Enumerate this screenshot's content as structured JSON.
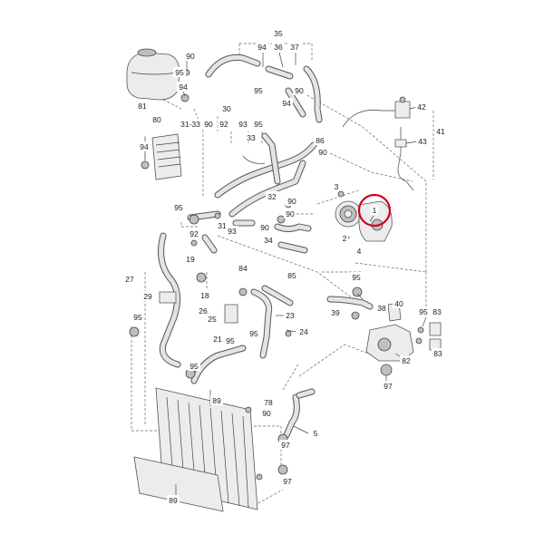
{
  "highlight": {
    "part": "1",
    "color": "#d0021b"
  },
  "callouts": [
    {
      "label": "35"
    },
    {
      "label": "94"
    },
    {
      "label": "36"
    },
    {
      "label": "37"
    },
    {
      "label": "90"
    },
    {
      "label": "95"
    },
    {
      "label": "94"
    },
    {
      "label": "95"
    },
    {
      "label": "90"
    },
    {
      "label": "94"
    },
    {
      "label": "81"
    },
    {
      "label": "30"
    },
    {
      "label": "31-33"
    },
    {
      "label": "90"
    },
    {
      "label": "92"
    },
    {
      "label": "93"
    },
    {
      "label": "95"
    },
    {
      "label": "80"
    },
    {
      "label": "33"
    },
    {
      "label": "86"
    },
    {
      "label": "90"
    },
    {
      "label": "94"
    },
    {
      "label": "42"
    },
    {
      "label": "43"
    },
    {
      "label": "41"
    },
    {
      "label": "95"
    },
    {
      "label": "32"
    },
    {
      "label": "90"
    },
    {
      "label": "90"
    },
    {
      "label": "92"
    },
    {
      "label": "31"
    },
    {
      "label": "93"
    },
    {
      "label": "90"
    },
    {
      "label": "34"
    },
    {
      "label": "3"
    },
    {
      "label": "2"
    },
    {
      "label": "4"
    },
    {
      "label": "1"
    },
    {
      "label": "19"
    },
    {
      "label": "18"
    },
    {
      "label": "84"
    },
    {
      "label": "85"
    },
    {
      "label": "27"
    },
    {
      "label": "29"
    },
    {
      "label": "95"
    },
    {
      "label": "95"
    },
    {
      "label": "40"
    },
    {
      "label": "83"
    },
    {
      "label": "38"
    },
    {
      "label": "39"
    },
    {
      "label": "26"
    },
    {
      "label": "25"
    },
    {
      "label": "23"
    },
    {
      "label": "24"
    },
    {
      "label": "95"
    },
    {
      "label": "83"
    },
    {
      "label": "95"
    },
    {
      "label": "95"
    },
    {
      "label": "21"
    },
    {
      "label": "95"
    },
    {
      "label": "82"
    },
    {
      "label": "97"
    },
    {
      "label": "89"
    },
    {
      "label": "78"
    },
    {
      "label": "90"
    },
    {
      "label": "5"
    },
    {
      "label": "97"
    },
    {
      "label": "97"
    },
    {
      "label": "89"
    }
  ]
}
